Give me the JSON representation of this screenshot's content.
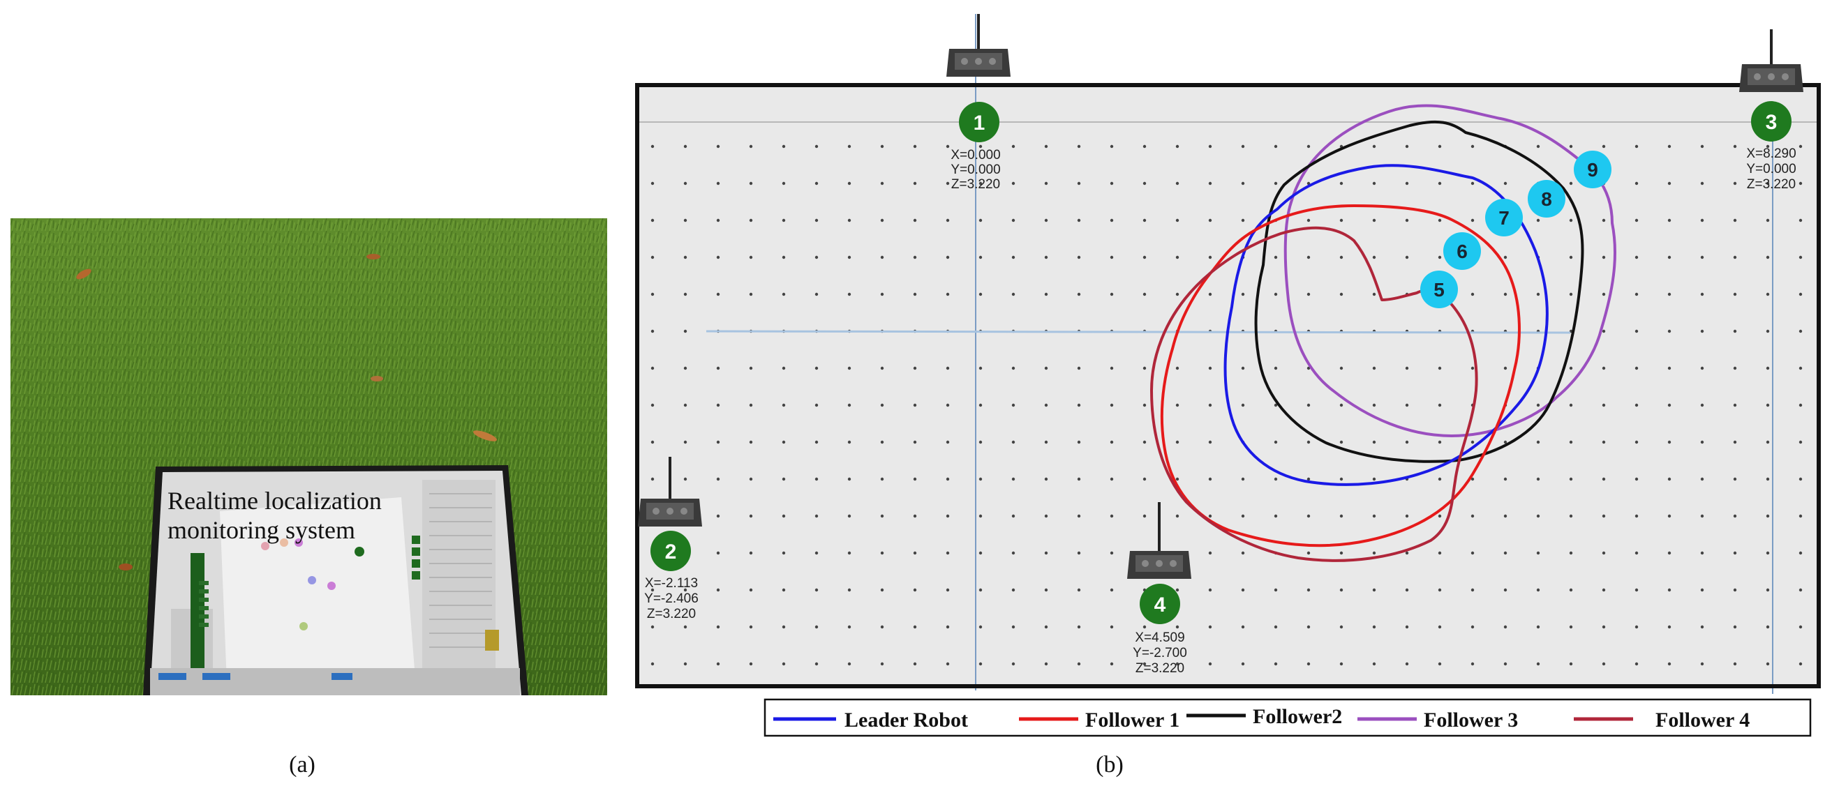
{
  "panel_a": {
    "overlay_line1": "Realtime localization",
    "overlay_line2": "monitoring system",
    "caption": "(a)"
  },
  "panel_b": {
    "caption": "(b)",
    "anchors": [
      {
        "id": "1",
        "x": "X=0.000",
        "y": "Y=0.000",
        "z": "Z=3.220"
      },
      {
        "id": "2",
        "x": "X=-2.113",
        "y": "Y=-2.406",
        "z": "Z=3.220"
      },
      {
        "id": "3",
        "x": "X=8.290",
        "y": "Y=0.000",
        "z": "Z=3.220"
      },
      {
        "id": "4",
        "x": "X=4.509",
        "y": "Y=-2.700",
        "z": "Z=3.220"
      }
    ],
    "waypoints": [
      "5",
      "6",
      "7",
      "8",
      "9"
    ],
    "legend": [
      {
        "label": "Leader Robot",
        "color": "#1a1ae6"
      },
      {
        "label": "Follower 1",
        "color": "#e61a1a"
      },
      {
        "label": "Follower2",
        "color": "#111111"
      },
      {
        "label": "Follower 3",
        "color": "#9b4fbf"
      },
      {
        "label": "Follower 4",
        "color": "#b0263a"
      }
    ],
    "colors": {
      "anchor_badge": "#1f7a1f",
      "waypoint_badge": "#1ec8f0",
      "map_background": "#e9e9e9"
    }
  }
}
